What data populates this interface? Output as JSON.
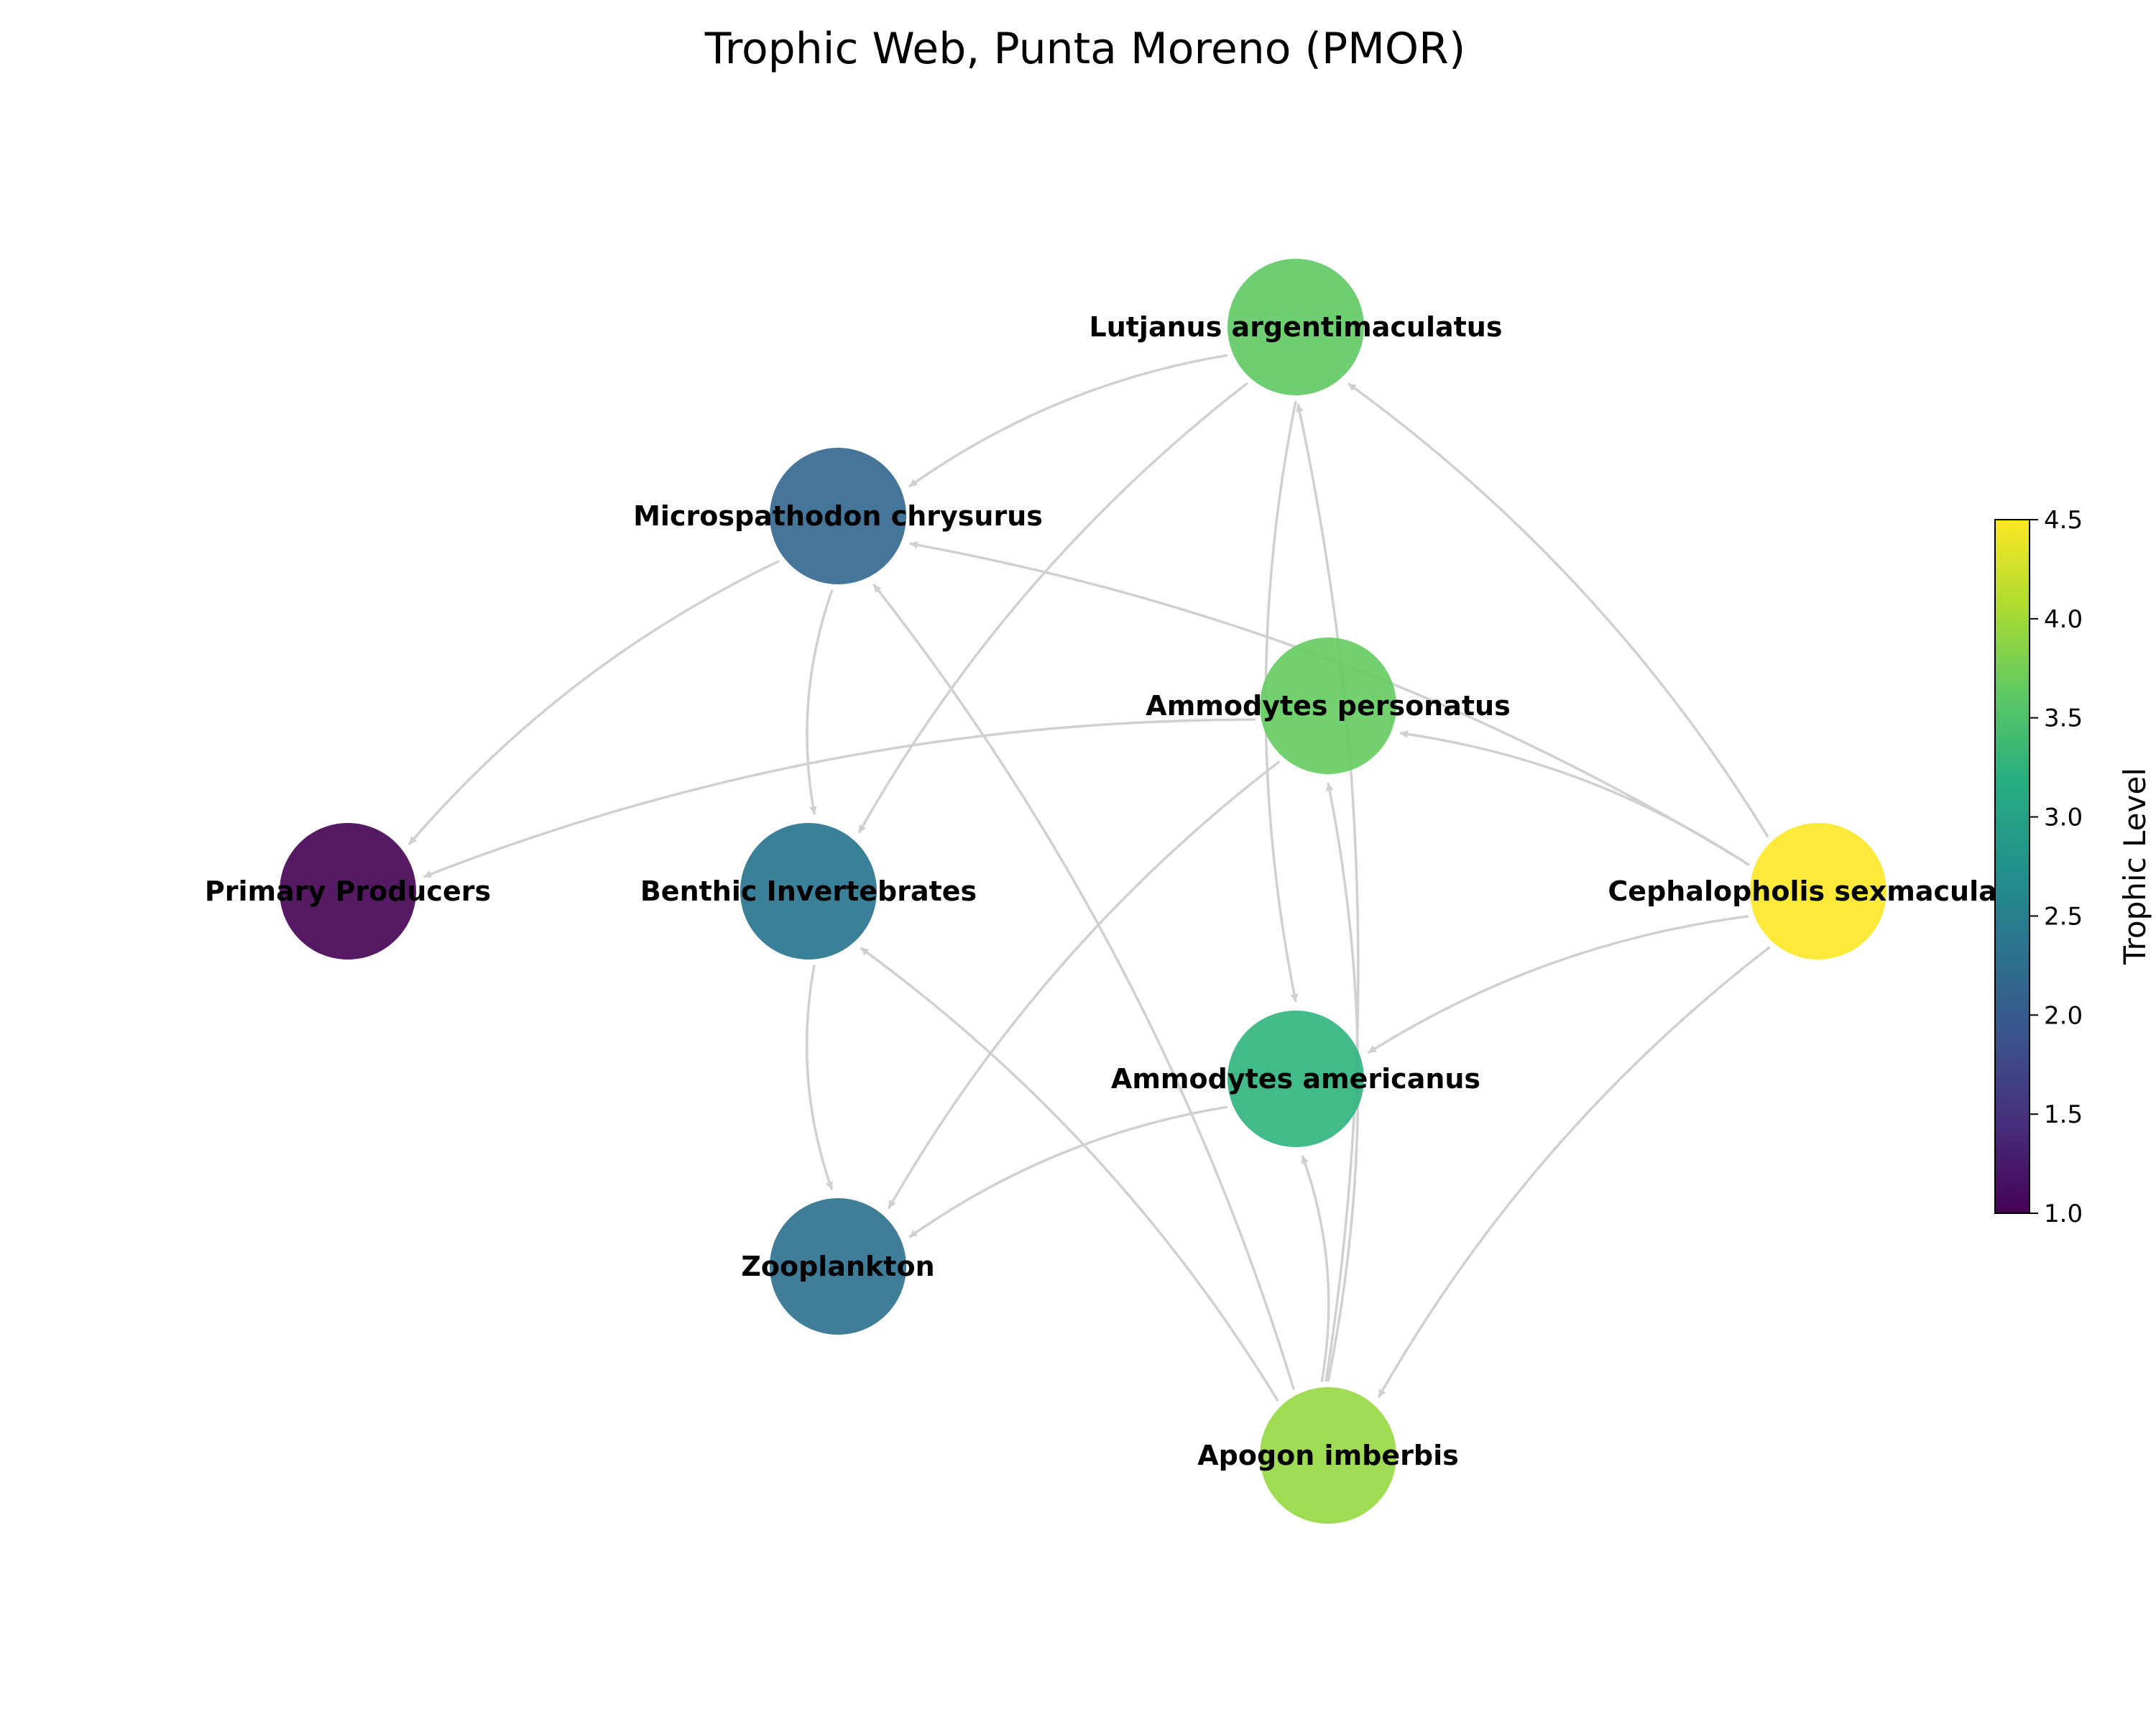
{
  "title": "Trophic Web, Punta Moreno (PMOR)",
  "colorbar": {
    "label": "Trophic Level",
    "min": 1.0,
    "max": 4.5,
    "ticks": [
      "1.0",
      "1.5",
      "2.0",
      "2.5",
      "3.0",
      "3.5",
      "4.0",
      "4.5"
    ]
  },
  "nodes": [
    {
      "id": "lutjanus",
      "label": "Lutjanus argentimaculatus",
      "trophic_level": 3.6,
      "color": "#5ec962"
    },
    {
      "id": "microspathodon",
      "label": "Microspathodon chrysurus",
      "trophic_level": 2.0,
      "color": "#31668e"
    },
    {
      "id": "personatus",
      "label": "Ammodytes personatus",
      "trophic_level": 3.6,
      "color": "#63cb5f"
    },
    {
      "id": "primary",
      "label": "Primary Producers",
      "trophic_level": 1.0,
      "color": "#440154"
    },
    {
      "id": "benthic",
      "label": "Benthic Invertebrates",
      "trophic_level": 2.3,
      "color": "#26728e"
    },
    {
      "id": "cephalopholis",
      "label": "Cephalopholis sexmaculata",
      "trophic_level": 4.5,
      "color": "#fde725"
    },
    {
      "id": "americanus",
      "label": "Ammodytes americanus",
      "trophic_level": 3.2,
      "color": "#2eb37c"
    },
    {
      "id": "zooplankton",
      "label": "Zooplankton",
      "trophic_level": 2.2,
      "color": "#2a6f8e"
    },
    {
      "id": "apogon",
      "label": "Apogon imberbis",
      "trophic_level": 4.0,
      "color": "#95d840"
    }
  ],
  "edges": [
    {
      "from": "lutjanus",
      "to": "microspathodon"
    },
    {
      "from": "lutjanus",
      "to": "benthic"
    },
    {
      "from": "lutjanus",
      "to": "americanus"
    },
    {
      "from": "microspathodon",
      "to": "primary"
    },
    {
      "from": "microspathodon",
      "to": "benthic"
    },
    {
      "from": "personatus",
      "to": "primary"
    },
    {
      "from": "personatus",
      "to": "zooplankton"
    },
    {
      "from": "benthic",
      "to": "zooplankton"
    },
    {
      "from": "americanus",
      "to": "zooplankton"
    },
    {
      "from": "cephalopholis",
      "to": "lutjanus"
    },
    {
      "from": "cephalopholis",
      "to": "microspathodon"
    },
    {
      "from": "cephalopholis",
      "to": "personatus"
    },
    {
      "from": "cephalopholis",
      "to": "americanus"
    },
    {
      "from": "cephalopholis",
      "to": "apogon"
    },
    {
      "from": "apogon",
      "to": "microspathodon"
    },
    {
      "from": "apogon",
      "to": "benthic"
    },
    {
      "from": "apogon",
      "to": "lutjanus"
    },
    {
      "from": "apogon",
      "to": "personatus"
    },
    {
      "from": "apogon",
      "to": "americanus"
    }
  ]
}
